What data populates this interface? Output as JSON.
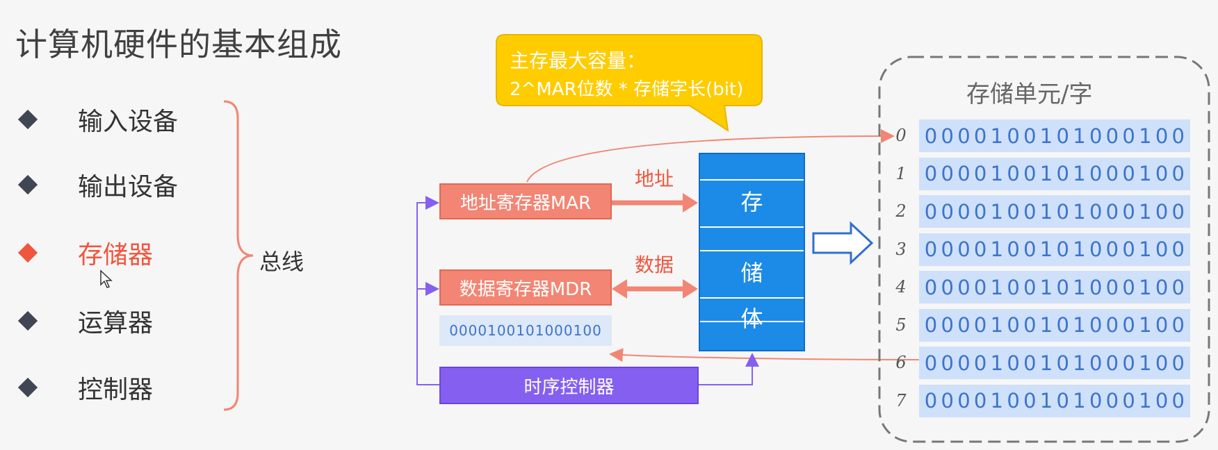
{
  "title": "计算机硬件的基本组成",
  "components": [
    {
      "label": "输入设备",
      "active": false
    },
    {
      "label": "输出设备",
      "active": false
    },
    {
      "label": "存储器",
      "active": true
    },
    {
      "label": "运算器",
      "active": false
    },
    {
      "label": "控制器",
      "active": false
    }
  ],
  "bus_label": "总线",
  "callout": {
    "line1": "主存最大容量：",
    "line2": "2^MAR位数 * 存储字长(bit)"
  },
  "registers": {
    "mar": "地址寄存器MAR",
    "mdr": "数据寄存器MDR",
    "timing": "时序控制器"
  },
  "mdr_value": "0000100101000100",
  "arrow_labels": {
    "address": "地址",
    "data": "数据"
  },
  "memory_body": [
    "存",
    "储",
    "体"
  ],
  "memory_units": {
    "header": "存储单元/字",
    "rows": [
      {
        "index": "0",
        "bits": "0000100101000100"
      },
      {
        "index": "1",
        "bits": "0000100101000100"
      },
      {
        "index": "2",
        "bits": "0000100101000100"
      },
      {
        "index": "3",
        "bits": "0000100101000100"
      },
      {
        "index": "4",
        "bits": "0000100101000100"
      },
      {
        "index": "5",
        "bits": "0000100101000100"
      },
      {
        "index": "6",
        "bits": "0000100101000100"
      },
      {
        "index": "7",
        "bits": "0000100101000100"
      }
    ]
  },
  "colors": {
    "accent_red": "#f0553d",
    "register_red": "#f28573",
    "register_purple": "#8560f0",
    "memory_blue": "#1c8be8",
    "callout_yellow": "#ffcc00",
    "bit_blue": "#3d74c8"
  }
}
